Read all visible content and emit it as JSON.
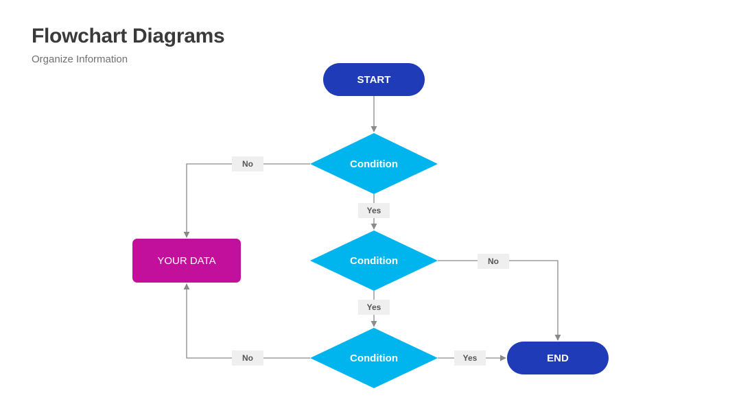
{
  "header": {
    "title": "Flowchart Diagrams",
    "subtitle": "Organize Information"
  },
  "colors": {
    "terminal": "#1f3bb8",
    "decision": "#00b4ee",
    "process": "#c20f9c",
    "connector": "#8a8a8a",
    "label_bg": "#efefef"
  },
  "nodes": {
    "start": {
      "label": "START",
      "shape": "rounded-terminal"
    },
    "condition1": {
      "label": "Condition",
      "shape": "diamond"
    },
    "condition2": {
      "label": "Condition",
      "shape": "diamond"
    },
    "condition3": {
      "label": "Condition",
      "shape": "diamond"
    },
    "your_data": {
      "label": "YOUR DATA",
      "shape": "rounded-rectangle"
    },
    "end": {
      "label": "END",
      "shape": "rounded-terminal"
    }
  },
  "edges": [
    {
      "from": "start",
      "to": "condition1",
      "label": ""
    },
    {
      "from": "condition1",
      "to": "your_data",
      "label": "No"
    },
    {
      "from": "condition1",
      "to": "condition2",
      "label": "Yes"
    },
    {
      "from": "condition2",
      "to": "end",
      "label": "No"
    },
    {
      "from": "condition2",
      "to": "condition3",
      "label": "Yes"
    },
    {
      "from": "condition3",
      "to": "your_data",
      "label": "No"
    },
    {
      "from": "condition3",
      "to": "end",
      "label": "Yes"
    }
  ]
}
